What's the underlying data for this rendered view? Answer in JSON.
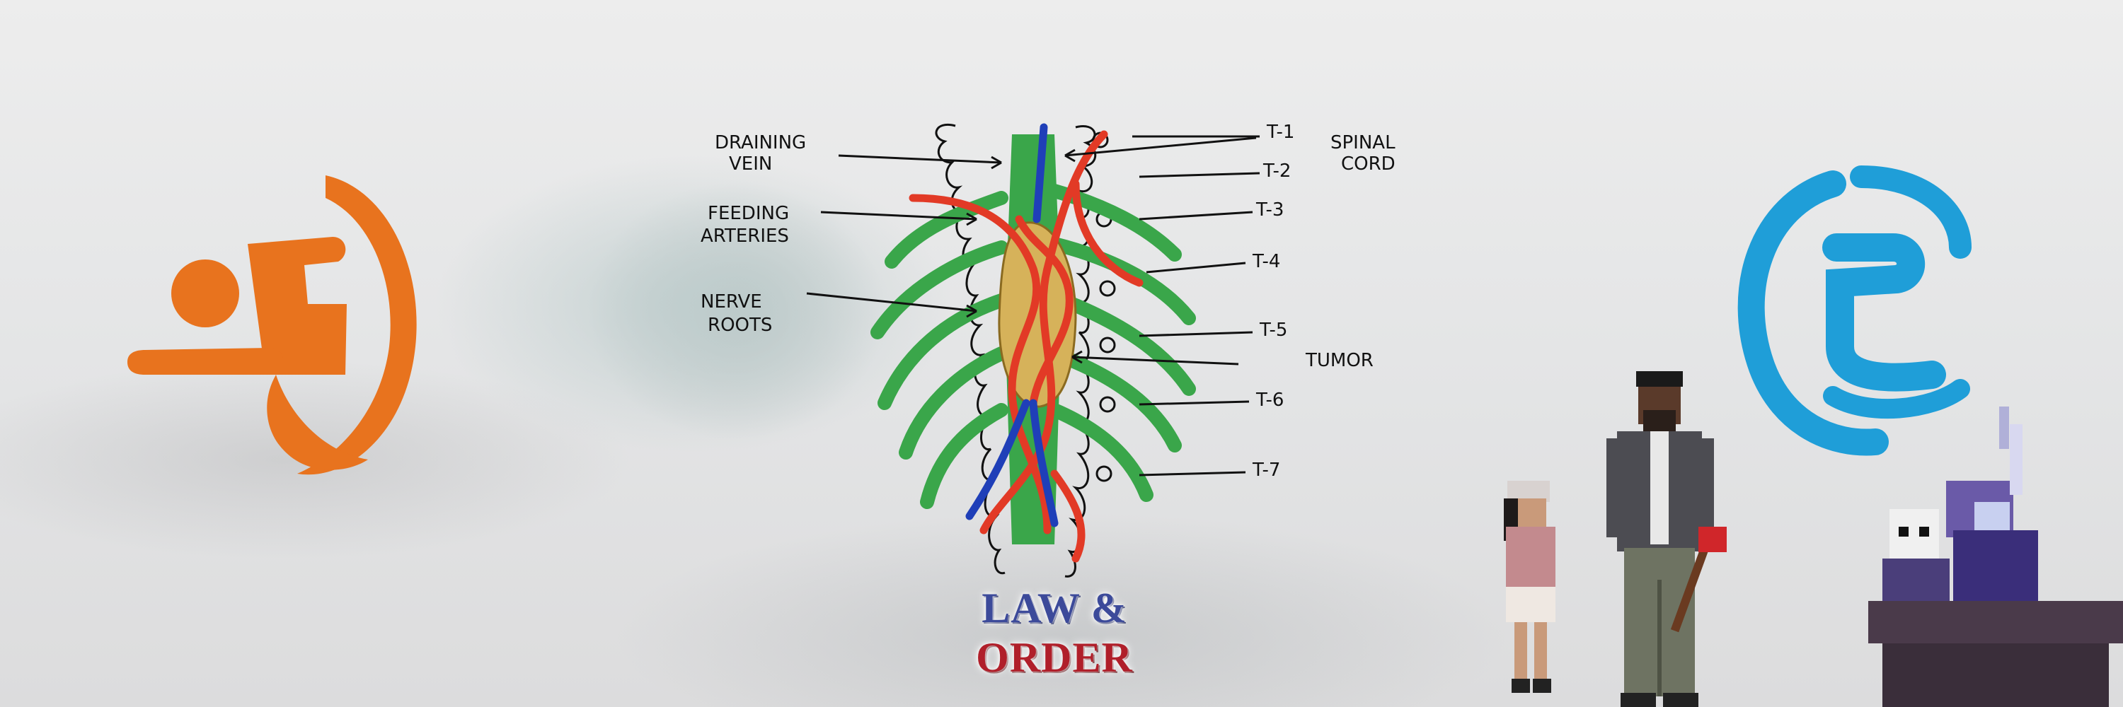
{
  "diagram": {
    "labels": {
      "draining_vein": [
        "DRAINING",
        "VEIN"
      ],
      "feeding_arteries": [
        "FEEDING",
        "ARTERIES"
      ],
      "nerve_roots": [
        "NERVE",
        "ROOTS"
      ],
      "spinal_cord": [
        "SPINAL",
        "CORD"
      ],
      "tumor": "TUMOR",
      "vertebrae": [
        "T-1",
        "T-2",
        "T-3",
        "T-4",
        "T-5",
        "T-6",
        "T-7"
      ]
    }
  },
  "logo": {
    "line1": "LAW &",
    "line2": "ORDER"
  },
  "icons": {
    "left_portal": "orange-portal-person-icon",
    "right_portal": "blue-portal-person-icon"
  },
  "colors": {
    "orange": "#e8731e",
    "blue": "#1f9ed8",
    "nerve_green": "#3aa64a",
    "artery_red": "#e23a26",
    "vein_blue": "#1f3fb8",
    "tumor": "#d6b25a"
  }
}
